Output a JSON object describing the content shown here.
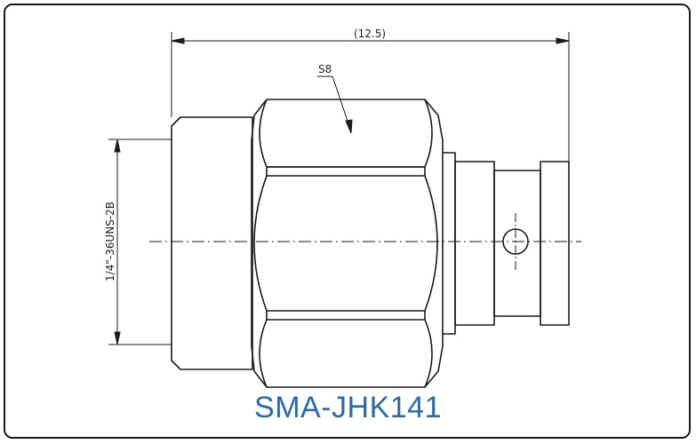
{
  "drawing": {
    "dimension_top": "(12.5)",
    "thread_label": "1/4\"-36UNS-2B",
    "hex_label": "S8",
    "line_color": "#1a1a1a"
  },
  "caption": {
    "model_name": "SMA-JHK141",
    "color": "#2a6aa8"
  }
}
